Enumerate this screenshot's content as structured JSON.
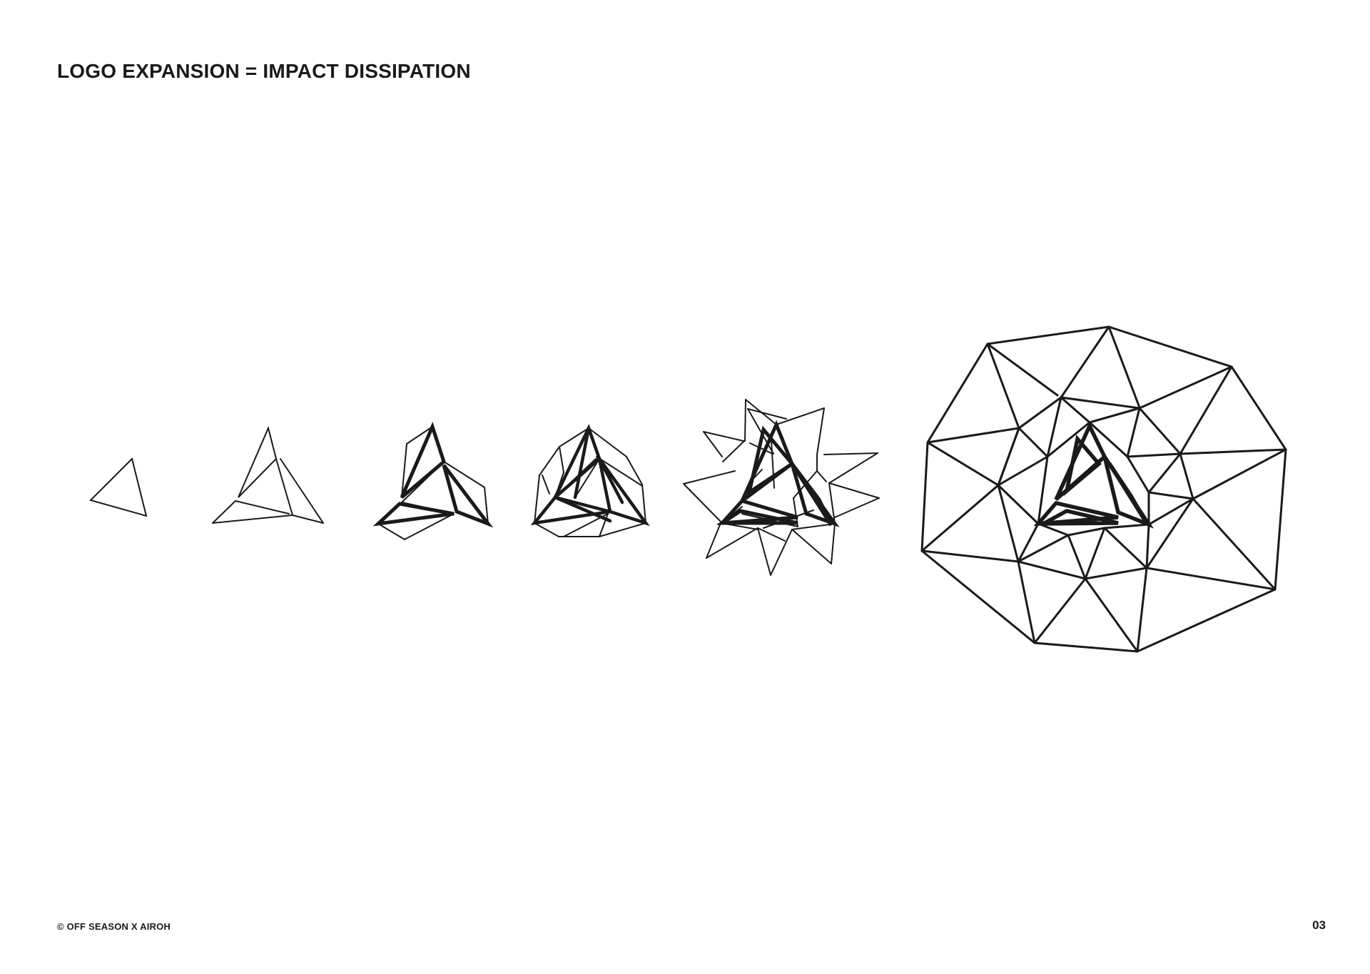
{
  "header": {
    "title": "LOGO EXPANSION = IMPACT DISSIPATION"
  },
  "diagram": {
    "stages": [
      {
        "stage": 1
      },
      {
        "stage": 2
      },
      {
        "stage": 3
      },
      {
        "stage": 4
      },
      {
        "stage": 5
      },
      {
        "stage": 6
      }
    ],
    "stroke_color": "#1a1a1a"
  },
  "footer": {
    "copyright": "© OFF SEASON X AIROH",
    "page_number": "03"
  }
}
